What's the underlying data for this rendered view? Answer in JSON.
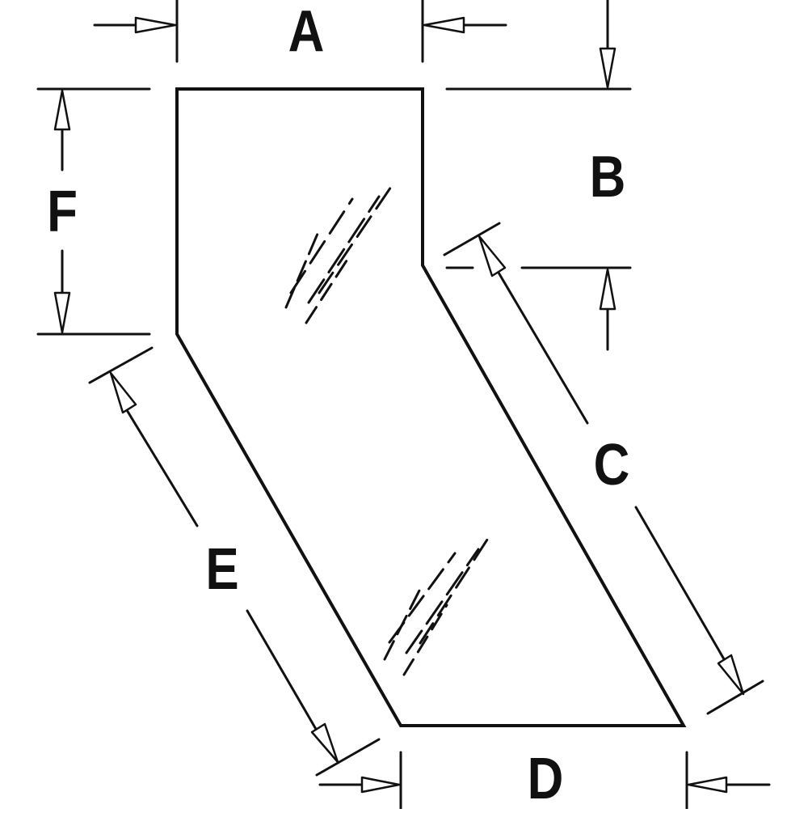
{
  "diagram": {
    "type": "glass-panel-dimension-drawing",
    "labels": {
      "a": "A",
      "b": "B",
      "c": "C",
      "d": "D",
      "e": "E",
      "f": "F"
    },
    "colors": {
      "line": "#111111",
      "background": "#ffffff",
      "label": "#111111",
      "arrow_fill": "#ffffff"
    },
    "icons": {
      "reflection": "glass-reflection-icon"
    }
  }
}
